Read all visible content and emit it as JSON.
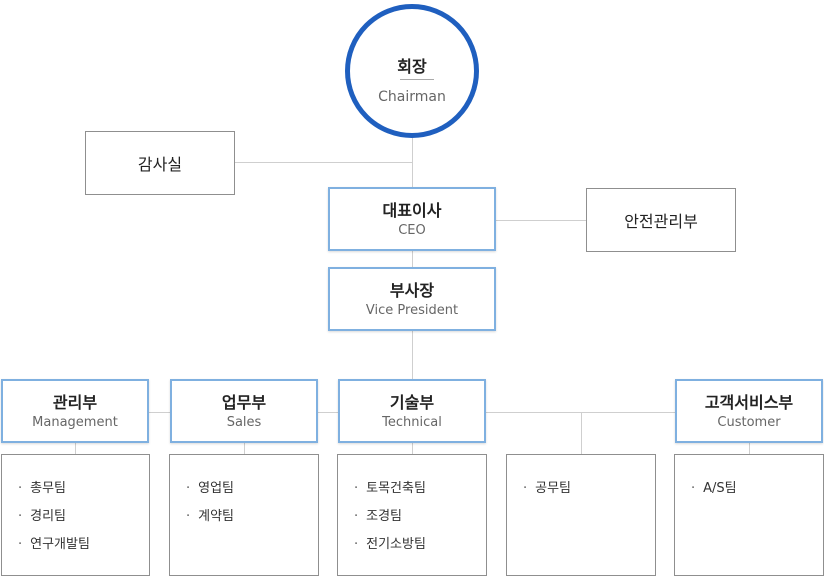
{
  "chairman": {
    "ko": "회장",
    "en": "Chairman"
  },
  "audit": "감사실",
  "ceo": {
    "ko": "대표이사",
    "en": "CEO"
  },
  "safety": "안전관리부",
  "vp": {
    "ko": "부사장",
    "en": "Vice President"
  },
  "departments": [
    {
      "ko": "관리부",
      "en": "Management",
      "teams": [
        "총무팀",
        "경리팀",
        "연구개발팀"
      ]
    },
    {
      "ko": "업무부",
      "en": "Sales",
      "teams": [
        "영업팀",
        "계약팀"
      ]
    },
    {
      "ko": "기술부",
      "en": "Technical",
      "teams": [
        "토목건축팀",
        "조경팀",
        "전기소방팀"
      ]
    },
    {
      "ko": "",
      "en": "",
      "teams": [
        "공무팀"
      ]
    },
    {
      "ko": "고객서비스부",
      "en": "Customer",
      "teams": [
        "A/S팀"
      ]
    }
  ]
}
